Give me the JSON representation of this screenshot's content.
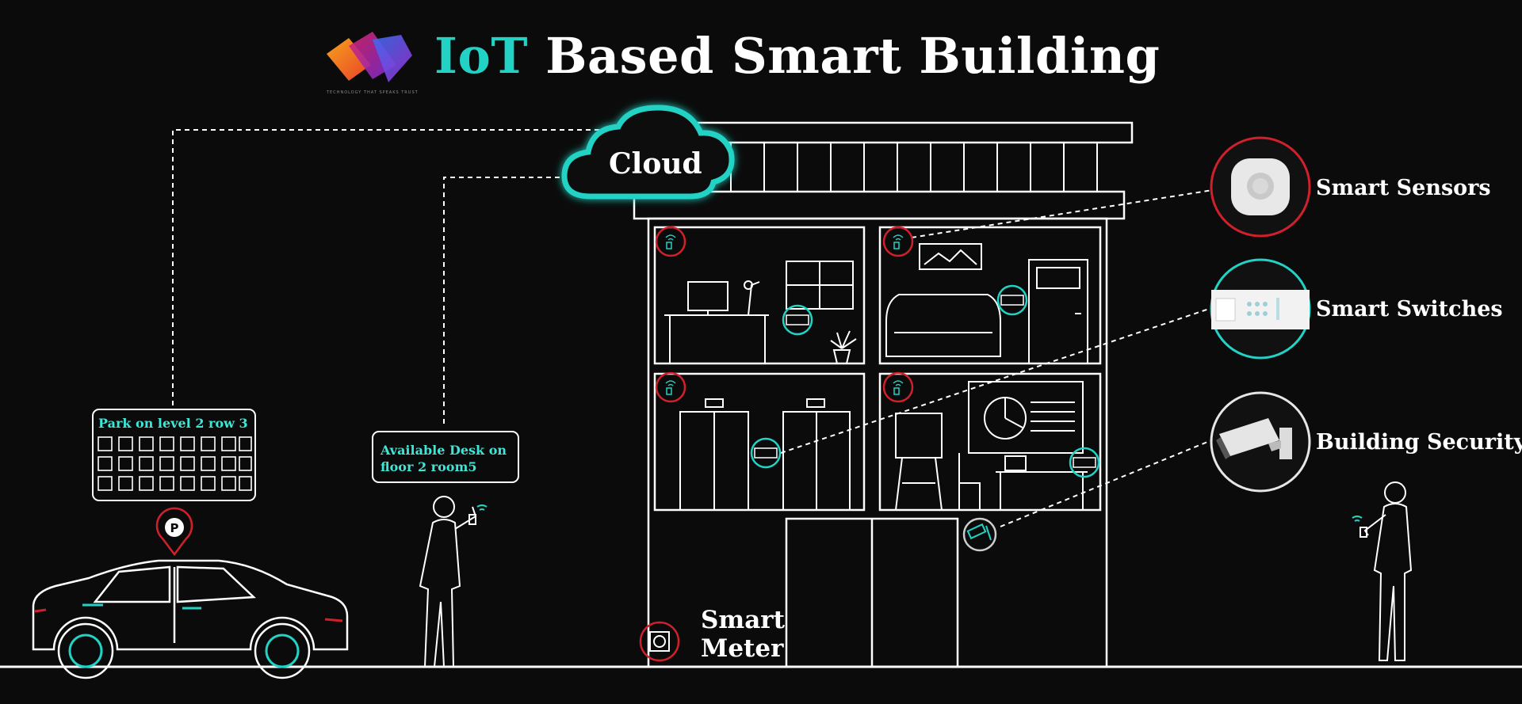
{
  "header": {
    "title_accent": "IoT",
    "title_rest": "Based Smart Building",
    "logo_tagline": "TECHNOLOGY THAT SPEAKS TRUST"
  },
  "cloud": {
    "label": "Cloud"
  },
  "devices": {
    "sensors": "Smart Sensors",
    "switches": "Smart Switches",
    "security": "Building Security"
  },
  "meter": {
    "line1": "Smart",
    "line2": "Meter"
  },
  "parking": {
    "message": "Park on level 2 row 3",
    "marker": "P"
  },
  "desk": {
    "line1": "Available Desk on",
    "line2": "floor 2 room5"
  },
  "colors": {
    "accent": "#22d3c5",
    "alert": "#d0202b",
    "line": "#ffffff",
    "background": "#0b0b0b"
  }
}
